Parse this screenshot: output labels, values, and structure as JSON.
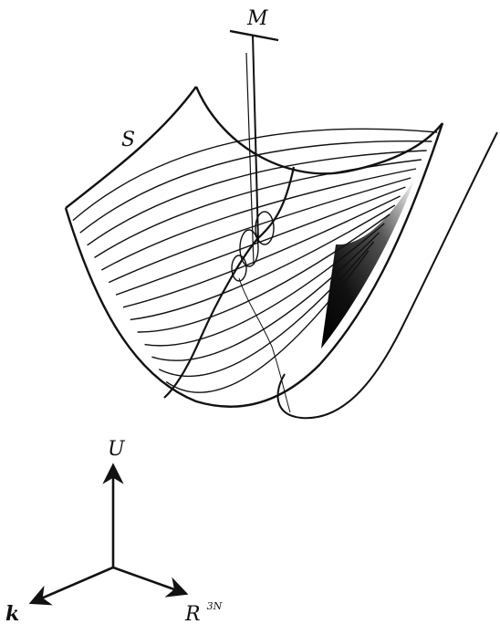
{
  "labels": {
    "surface": "S",
    "manifold": "M",
    "energy_axis": "U",
    "parameter_axis": "k",
    "space_axis": "R",
    "space_axis_superscript": "3N"
  },
  "colors": {
    "ink": "#111111",
    "background": "#ffffff",
    "shadow": "#1a1a1a"
  }
}
